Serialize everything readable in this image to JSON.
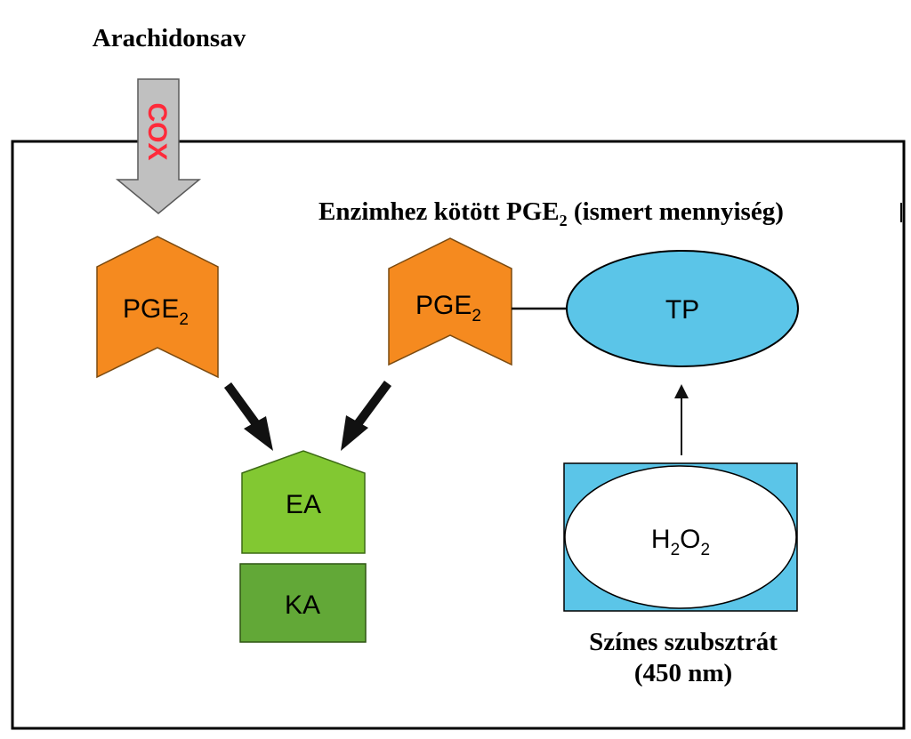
{
  "title": "Arachidonsav",
  "enzyme": {
    "label": "COX"
  },
  "labels": {
    "enzyme_bound_pre": "Enzimhez kötött PGE",
    "enzyme_bound_sub": "2",
    "enzyme_bound_post": " (ismert mennyiség)",
    "substrate_line1": "Színes szubsztrát",
    "substrate_line2": "(450 nm)"
  },
  "nodes": {
    "pge_free": {
      "base": "PGE",
      "sub": "2"
    },
    "pge_bound": {
      "base": "PGE",
      "sub": "2"
    },
    "tp": "TP",
    "ea": "EA",
    "ka": "KA",
    "h2o2": {
      "a": "H",
      "sub1": "2",
      "b": "O",
      "sub2": "2"
    }
  },
  "colors": {
    "pge": "#f58a1f",
    "tp": "#5bc5e8",
    "ea": "#82c832",
    "ka": "#62a837",
    "substrate_box": "#5bc5e8",
    "cox_arrow": "#c0c0c0",
    "cox_text": "#ff2a3a",
    "arrow": "#111111"
  }
}
